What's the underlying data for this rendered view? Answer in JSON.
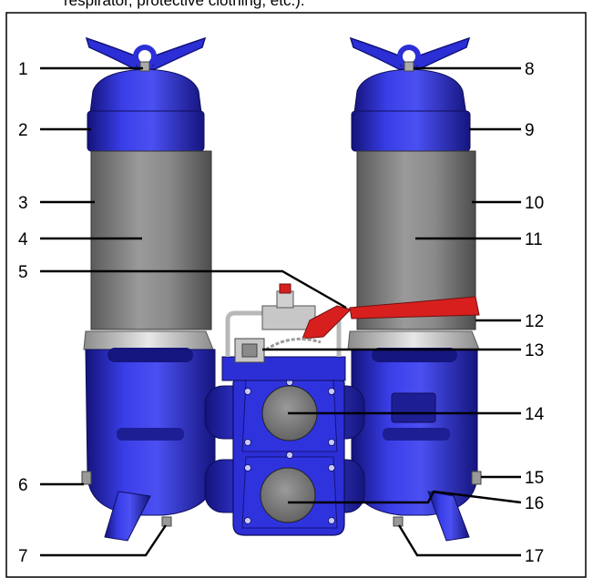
{
  "caption_fragment": "respirator, protective clothing, etc.).",
  "callouts": [
    "1",
    "2",
    "3",
    "4",
    "5",
    "6",
    "7",
    "8",
    "9",
    "10",
    "11",
    "12",
    "13",
    "14",
    "15",
    "16",
    "17"
  ],
  "colors": {
    "housing_blue": "#2c2fd6",
    "housing_dark": "#13137a",
    "sleeve_grey": "#8a8a8a",
    "collar_grey": "#c9c9c9",
    "valve_red": "#d7201e",
    "frame": "#000000"
  }
}
